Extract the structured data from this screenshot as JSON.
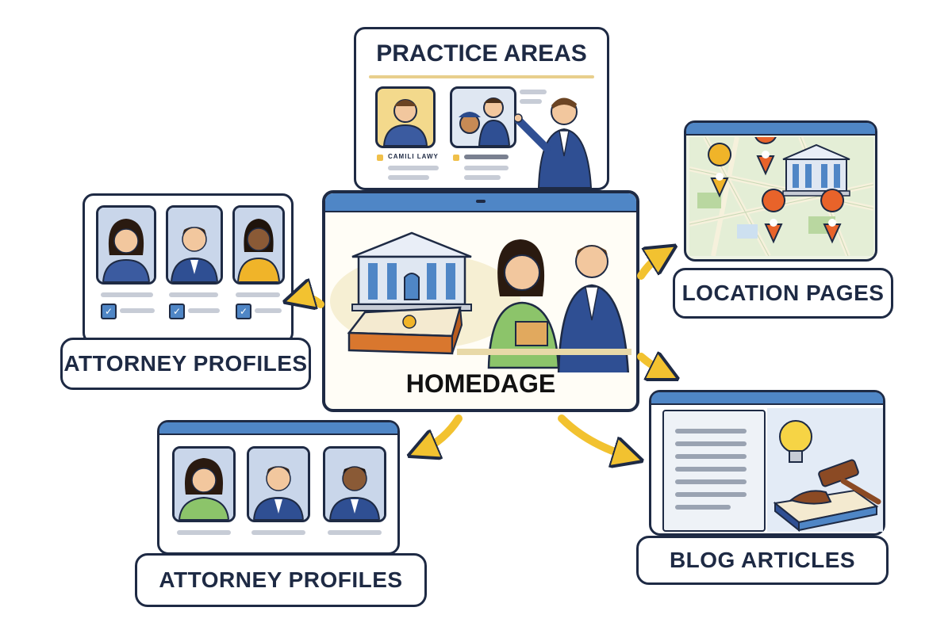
{
  "nodes": {
    "practice_areas": {
      "title": "PRACTICE AREAS",
      "caption_left": "CAMILI LAWY",
      "icon": "attorneys-presenting-illustration"
    },
    "location_pages": {
      "title": "LOCATION PAGES",
      "icon": "map-with-pins-and-courthouse"
    },
    "homepage": {
      "title": "HOMEDAGE",
      "icon": "courthouse-book-and-attorneys"
    },
    "attorney_profiles_top": {
      "title": "ATTORNEY PROFILES",
      "icon": "three-attorney-portraits"
    },
    "attorney_profiles_bottom": {
      "title": "ATTORNEY PROFILES",
      "icon": "three-attorney-portraits"
    },
    "blog_articles": {
      "title": "BLOG ARTICLES",
      "icon": "article-with-lightbulb-and-gavel"
    }
  },
  "colors": {
    "outline": "#1e2a44",
    "browser_blue": "#4f86c6",
    "arrow_yellow": "#f2c230",
    "book_orange": "#d9772e",
    "pin_orange": "#e8632a",
    "pin_yellow": "#f0b429"
  }
}
